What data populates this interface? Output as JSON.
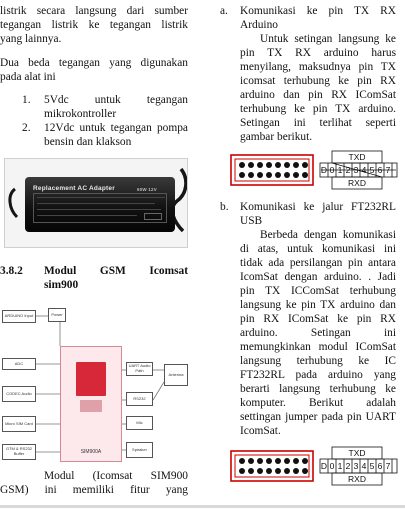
{
  "left": {
    "intro_lines": [
      "listrik secara langsung dari sumber",
      "tegangan listrik ke tegangan listrik",
      "yang lainnya."
    ],
    "voltage_intro": [
      "Dua beda tegangan yang digunakan",
      "pada alat ini"
    ],
    "list": [
      {
        "num": "1.",
        "lines": [
          "5Vdc untuk tegangan",
          "mikrokontroller"
        ]
      },
      {
        "num": "2.",
        "lines": [
          "12Vdc untuk tegangan pompa",
          "bensin dan klakson"
        ]
      }
    ],
    "adapter_photo": {
      "label": "Replacement AC Adapter",
      "rating": "60W 12V"
    },
    "heading_number": "3.8.2",
    "heading_line1": "Modul GSM Icomsat",
    "heading_line2": "sim900",
    "diagram": {
      "blocks": [
        "ARDUINO Input",
        "ADC",
        "CODEC Audio",
        "Micro SIM Card",
        "GTM & RS232 Buffer",
        "UART Audio Path",
        "SIM900A",
        "RS232",
        "Mic",
        "Speaker",
        "Antenna",
        "Power"
      ],
      "colors": {
        "chip": "#d62839"
      }
    },
    "caption_line1": "Modul (Icomsat SIM900",
    "caption_line2": "GSM) ini memiliki fitur yang"
  },
  "right": {
    "item_a_label": "a.",
    "item_a_title": [
      "Komunikasi ke pin TX RX",
      "Arduino"
    ],
    "para_a": [
      "Untuk setingan langsung ke",
      "pin TX RX arduino harus",
      "menyilang, maksudnya pin TX",
      "icomsat terhubung ke pin RX",
      "arduino dan pin RX IComSat",
      "terhubung ke pin TX arduino.",
      "Setingan ini terlihat seperti",
      "gambar berikut."
    ],
    "jumper": {
      "top": "TXD",
      "bottom": "RXD",
      "nums": [
        "D",
        "0",
        "1",
        "2",
        "3",
        "4",
        "5",
        "6",
        "7"
      ]
    },
    "item_b_label": "b.",
    "item_b_title": [
      "Komunikasi ke jalur FT232RL",
      "USB"
    ],
    "para_b": [
      "Berbeda dengan komunikasi",
      "di atas, untuk komunikasi ini",
      "tidak ada persilangan pin antara",
      "IcomSat dengan arduino. . Jadi",
      "pin TX ICComSat terhubung",
      "langsung ke pin TX arduino dan",
      "pin RX IComSat ke pin RX",
      "arduino. Setingan ini",
      "memungkinkan modul IComSat",
      "langsung terhubung ke IC",
      "FT232RL pada arduino yang",
      "berarti langsung terhubung ke",
      "komputer. Berikut adalah",
      "settingan jumper pada pin UART",
      "IcomSat."
    ]
  }
}
